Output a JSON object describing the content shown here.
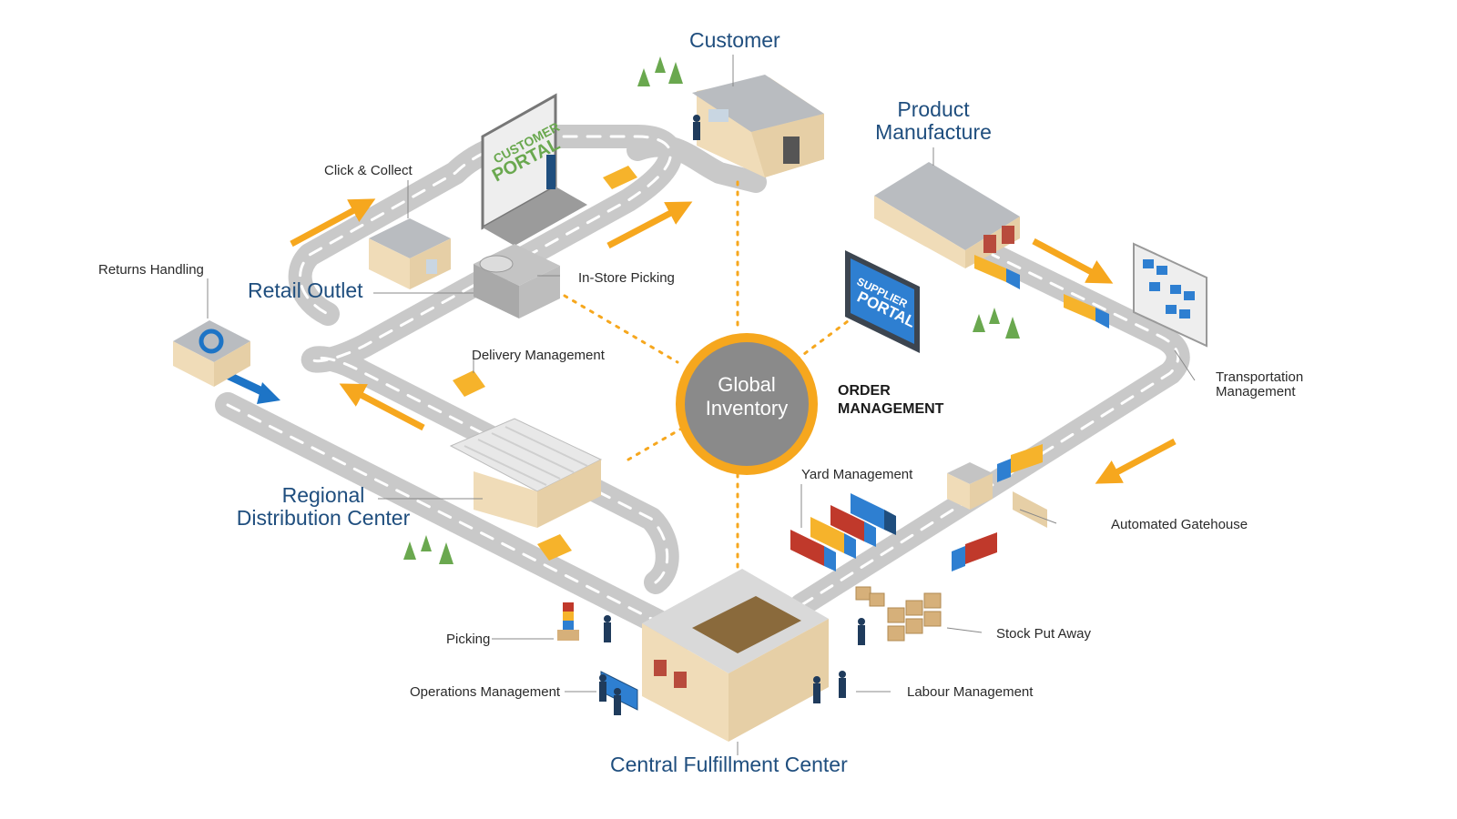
{
  "hub": {
    "line1": "Global",
    "line2": "Inventory"
  },
  "order_management": {
    "line1": "ORDER",
    "line2": "MANAGEMENT"
  },
  "major_labels": {
    "customer": "Customer",
    "product_manufacture_1": "Product",
    "product_manufacture_2": "Manufacture",
    "retail_outlet": "Retail Outlet",
    "regional_dc_1": "Regional",
    "regional_dc_2": "Distribution Center",
    "central_fc": "Central Fulfillment Center"
  },
  "minor_labels": {
    "click_collect": "Click & Collect",
    "returns_handling": "Returns Handling",
    "in_store_picking": "In-Store Picking",
    "delivery_management": "Delivery Management",
    "transportation_1": "Transportation",
    "transportation_2": "Management",
    "yard_management": "Yard Management",
    "automated_gatehouse": "Automated Gatehouse",
    "picking": "Picking",
    "stock_put_away": "Stock Put Away",
    "operations_management": "Operations Management",
    "labour_management": "Labour Management"
  },
  "portals": {
    "customer_1": "CUSTOMER",
    "customer_2": "PORTAL",
    "supplier_1": "SUPPLIER",
    "supplier_2": "PORTAL"
  },
  "colors": {
    "accent_orange": "#f6a71e",
    "label_blue": "#1f4e7e",
    "road_gray": "#c8c8c8",
    "hub_gray": "#8a8a8a",
    "return_blue": "#1d74c6",
    "truck_blue": "#2e7fd1",
    "truck_red": "#c0392b",
    "building_tan": "#f0dcb8",
    "roof_gray": "#b9bcc0",
    "tree_green": "#6aa84f"
  }
}
